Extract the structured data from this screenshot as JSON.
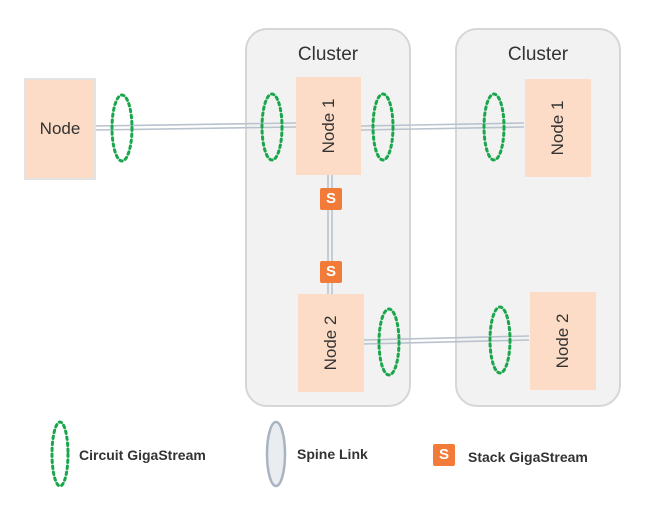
{
  "clusters": [
    {
      "title": "Cluster"
    },
    {
      "title": "Cluster"
    }
  ],
  "nodes": {
    "standalone": "Node",
    "c1_node1": "Node 1",
    "c1_node2": "Node 2",
    "c2_node1": "Node 1",
    "c2_node2": "Node 2"
  },
  "stack_icon_glyph": "S",
  "legend": {
    "circuit": "Circuit GigaStream",
    "spine": "Spine Link",
    "stack": "Stack GigaStream"
  },
  "colors": {
    "circuit": "#1aa64b",
    "spine": "#a8b4c0",
    "stack": "#f37b3a",
    "node_fill": "#fcdcc6",
    "cluster_fill": "#f2f2f2"
  },
  "icons": {
    "circuit": "dashed-green-ellipse",
    "spine": "gray-ellipse",
    "stack": "orange-s-square"
  }
}
